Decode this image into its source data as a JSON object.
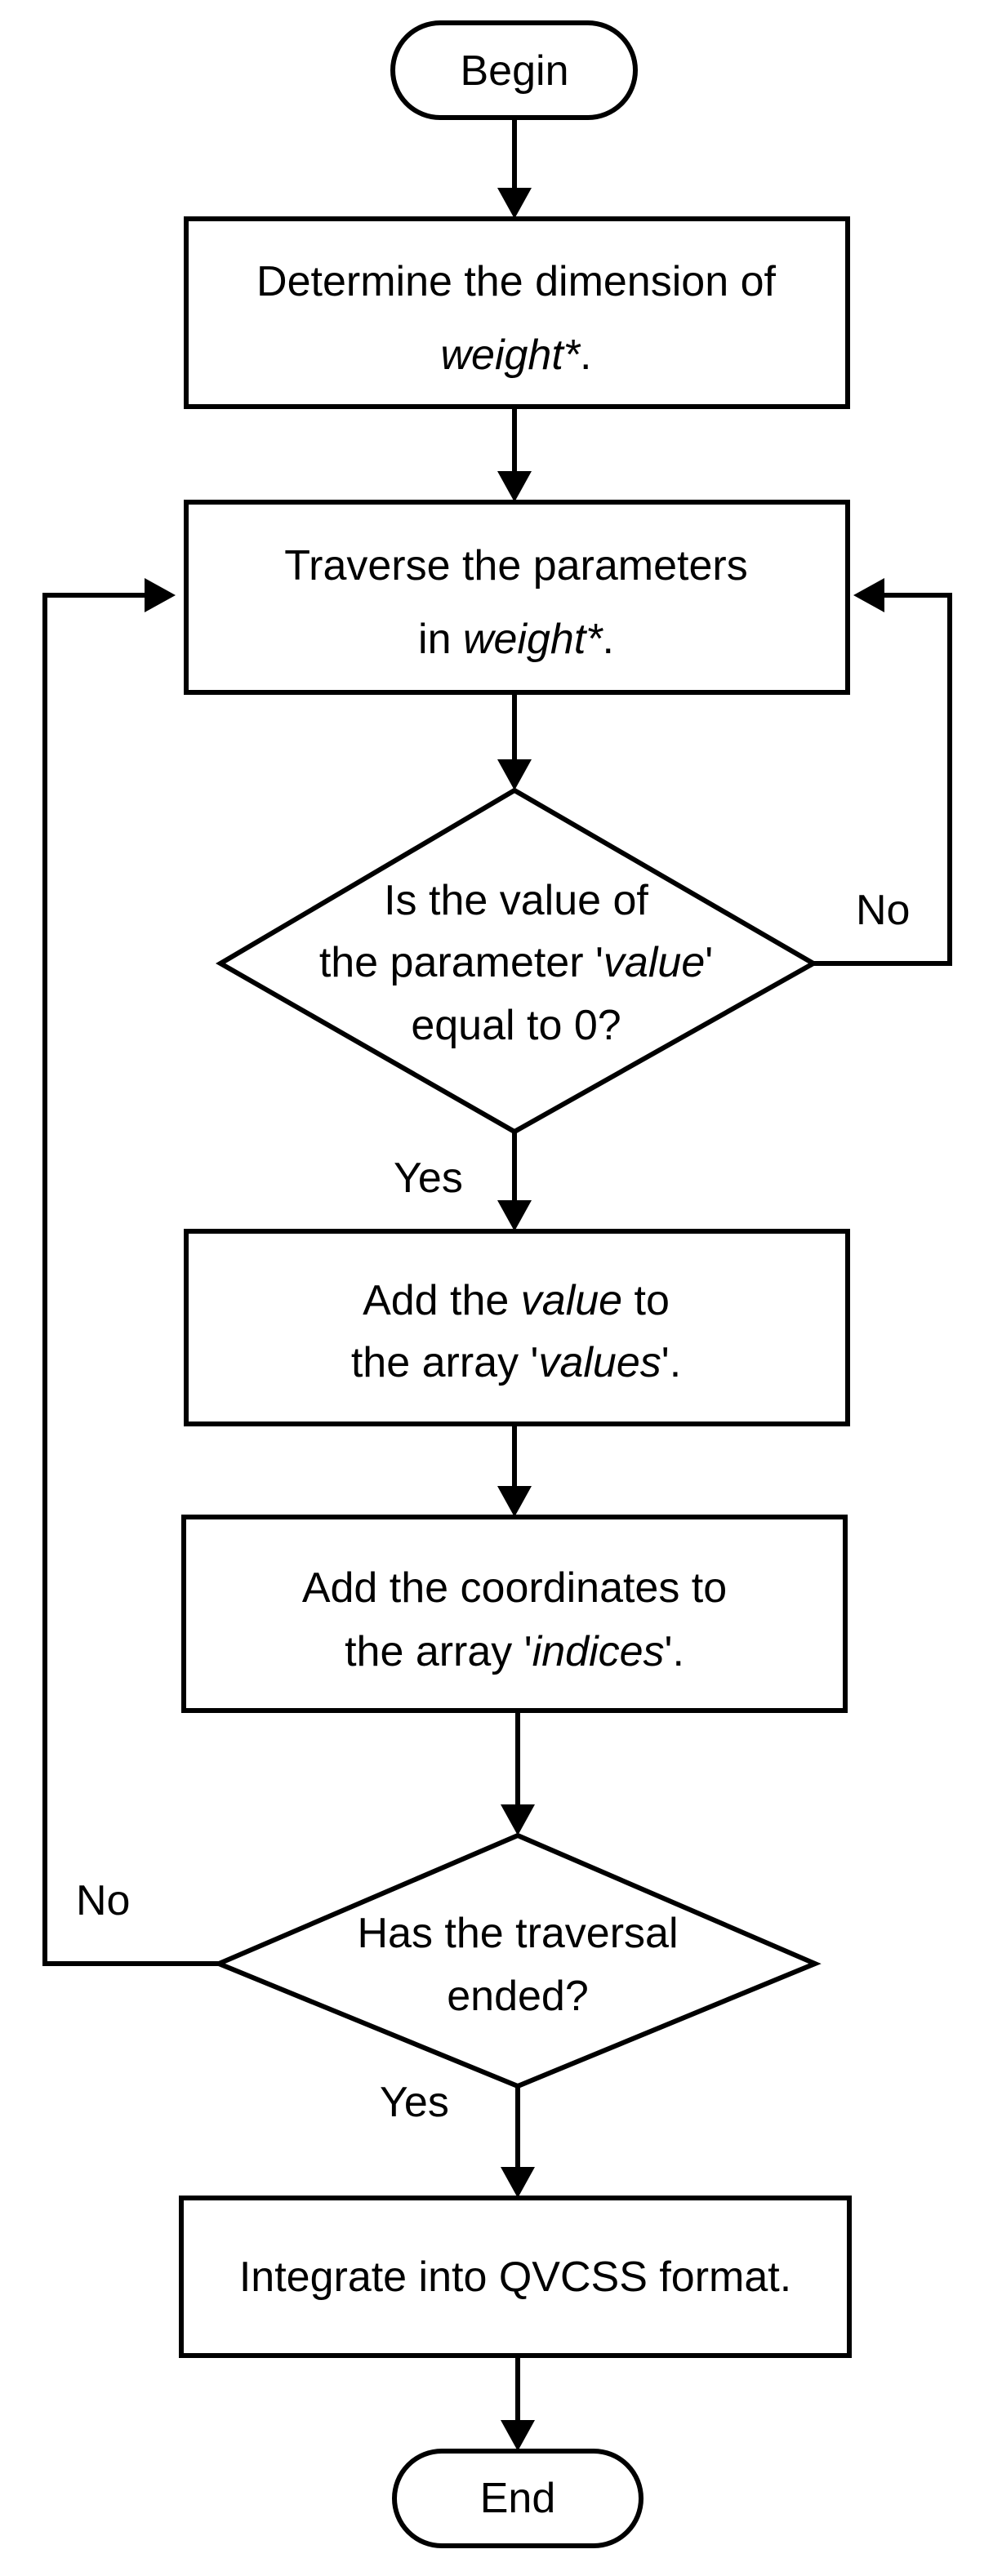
{
  "diagram": {
    "nodes": {
      "begin": {
        "label": "Begin"
      },
      "determine": {
        "line1": "Determine the dimension of",
        "line2_italic": "weight*",
        "line2_after": "."
      },
      "traverse": {
        "line1": "Traverse the parameters",
        "line2_before": "in ",
        "line2_italic": "weight*",
        "line2_after": "."
      },
      "check_value": {
        "line1": "Is the value of",
        "line2_before": "the parameter '",
        "line2_italic": "value",
        "line2_after": "'",
        "line3": "equal to 0?"
      },
      "add_value": {
        "line1_before": "Add the ",
        "line1_italic": "value",
        "line1_after": " to",
        "line2_before": "the array '",
        "line2_italic": "values",
        "line2_after": "'."
      },
      "add_coords": {
        "line1": "Add the coordinates to",
        "line2_before": "the array '",
        "line2_italic": "indices",
        "line2_after": "'."
      },
      "check_end": {
        "line1": "Has the traversal",
        "line2": "ended?"
      },
      "integrate": {
        "label": "Integrate into QVCSS format."
      },
      "end": {
        "label": "End"
      }
    },
    "edge_labels": {
      "value_no": "No",
      "value_yes": "Yes",
      "end_no": "No",
      "end_yes": "Yes"
    }
  }
}
